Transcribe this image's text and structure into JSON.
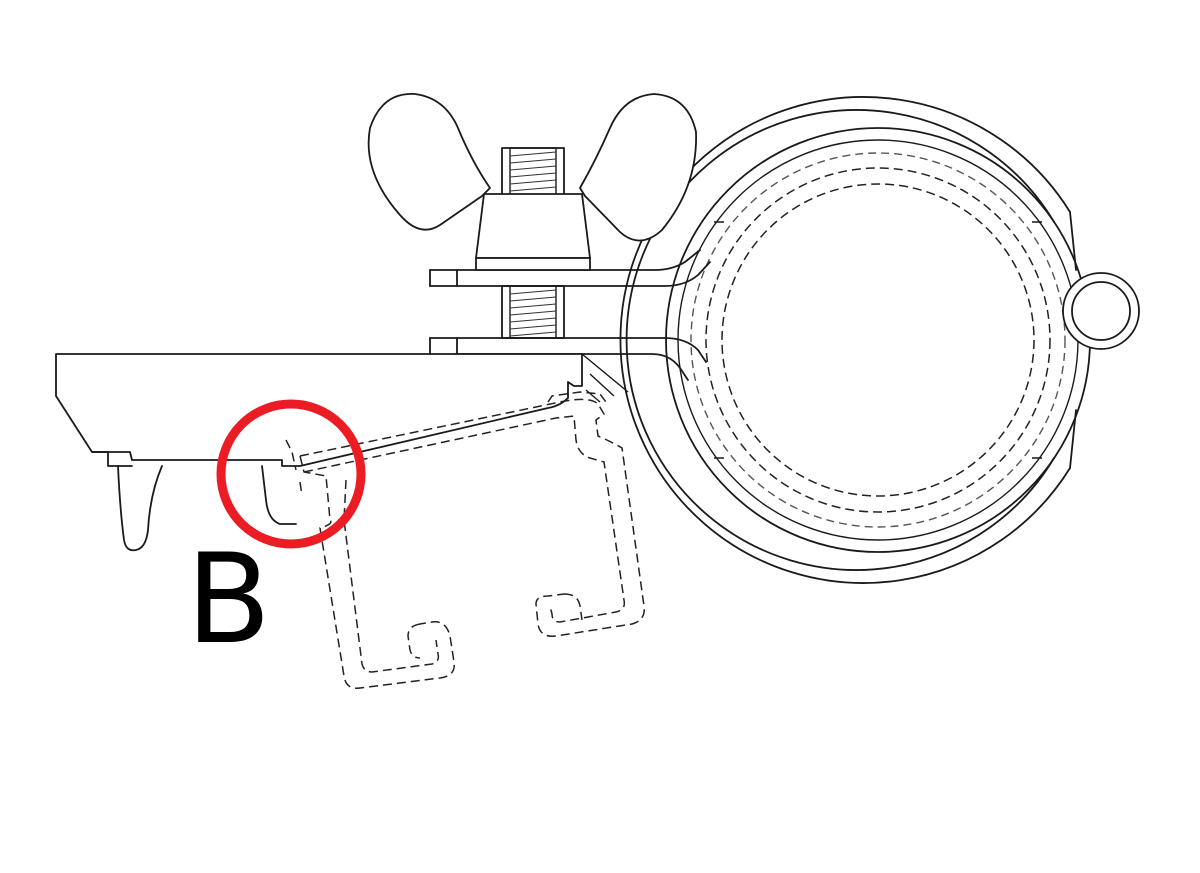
{
  "detail_marker": {
    "label": "B",
    "ring_color": "#ec1c24"
  },
  "line_color": "#1a1a1a",
  "background_color": "#ffffff",
  "parts": {
    "wing_nut_icon": "wing-nut",
    "threaded_stud_icon": "threaded-stud",
    "pipe_clamp_icon": "pipe-clamp-ring",
    "hanger_eye_icon": "eye-ring",
    "beam_flange_icon": "beam-flange",
    "channel_strut_icon": "strut-channel-hidden"
  }
}
